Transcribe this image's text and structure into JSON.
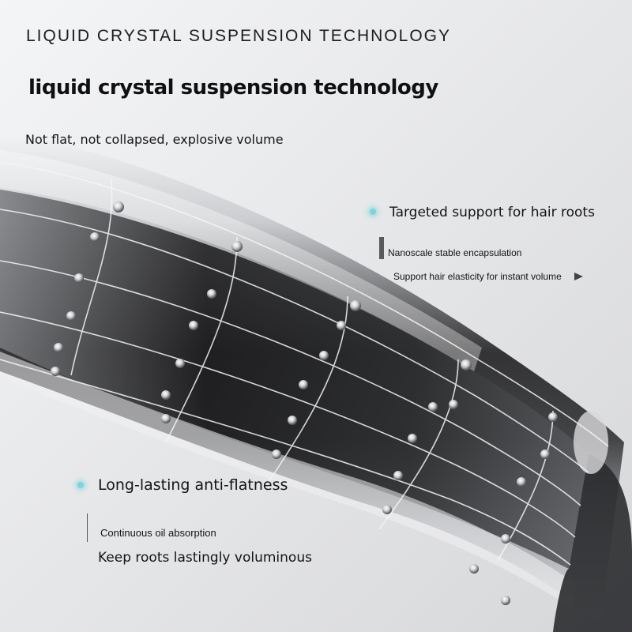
{
  "header": {
    "title_upper": "LIQUID CRYSTAL SUSPENSION TECHNOLOGY",
    "title": "liquid crystal suspension technology",
    "tagline": "Not flat, not collapsed, explosive volume"
  },
  "features": [
    {
      "title": "Targeted support for hair roots",
      "lines": [
        "Nanoscale stable encapsulation",
        "Support hair elasticity for instant volume"
      ],
      "icon": "glow-dot-icon"
    },
    {
      "title": "Long-lasting anti-flatness",
      "lines": [
        "Continuous oil absorption",
        "Keep roots lastingly voluminous"
      ],
      "icon": "glow-dot-icon"
    }
  ],
  "colors": {
    "background": "#e9eaec",
    "text": "#141414",
    "accent_dot": "#7ed3dc",
    "hair_dark": "#1a1a1a"
  }
}
